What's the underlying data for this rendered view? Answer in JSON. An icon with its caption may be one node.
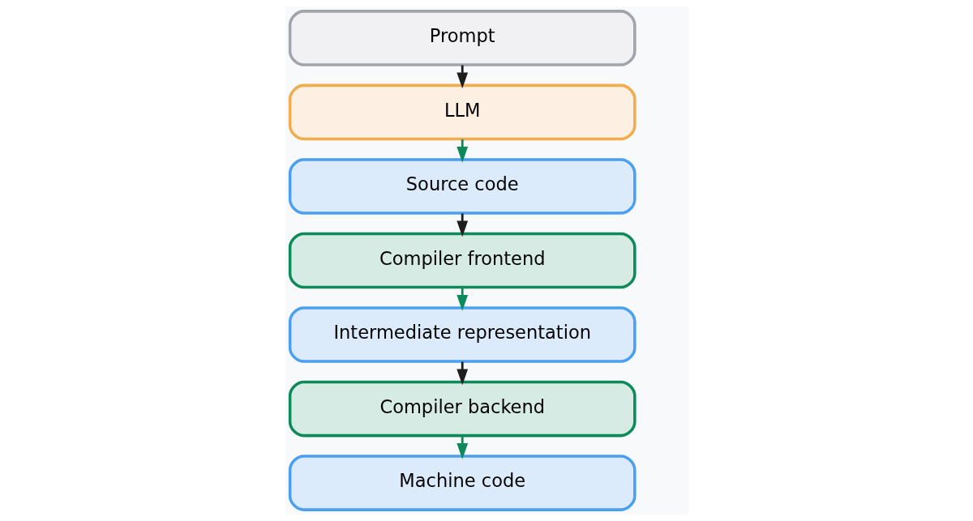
{
  "diagram": {
    "nodes": [
      {
        "text": [
          "Prompt"
        ]
      },
      {
        "text": [
          "LLM"
        ]
      },
      {
        "text": [
          "Source code"
        ]
      },
      {
        "text": [
          "Compiler frontend"
        ]
      },
      {
        "text": [
          "Intermediate representation"
        ]
      },
      {
        "text": [
          "Compiler backend"
        ]
      },
      {
        "text": [
          "Machine code"
        ]
      }
    ],
    "edges": [
      {
        "from": 0,
        "to": 1,
        "arrow": "to",
        "color": "#1e1e1e"
      },
      {
        "from": 1,
        "to": 2,
        "arrow": "to",
        "color": "#0c8a5a"
      },
      {
        "from": 2,
        "to": 3,
        "arrow": "to",
        "color": "#1e1e1e"
      },
      {
        "from": 3,
        "to": 4,
        "arrow": "to",
        "color": "#0c8a5a"
      },
      {
        "from": 4,
        "to": 5,
        "arrow": "to",
        "color": "#1e1e1e"
      },
      {
        "from": 5,
        "to": 6,
        "arrow": "to",
        "color": "#0c8a5a"
      }
    ]
  }
}
